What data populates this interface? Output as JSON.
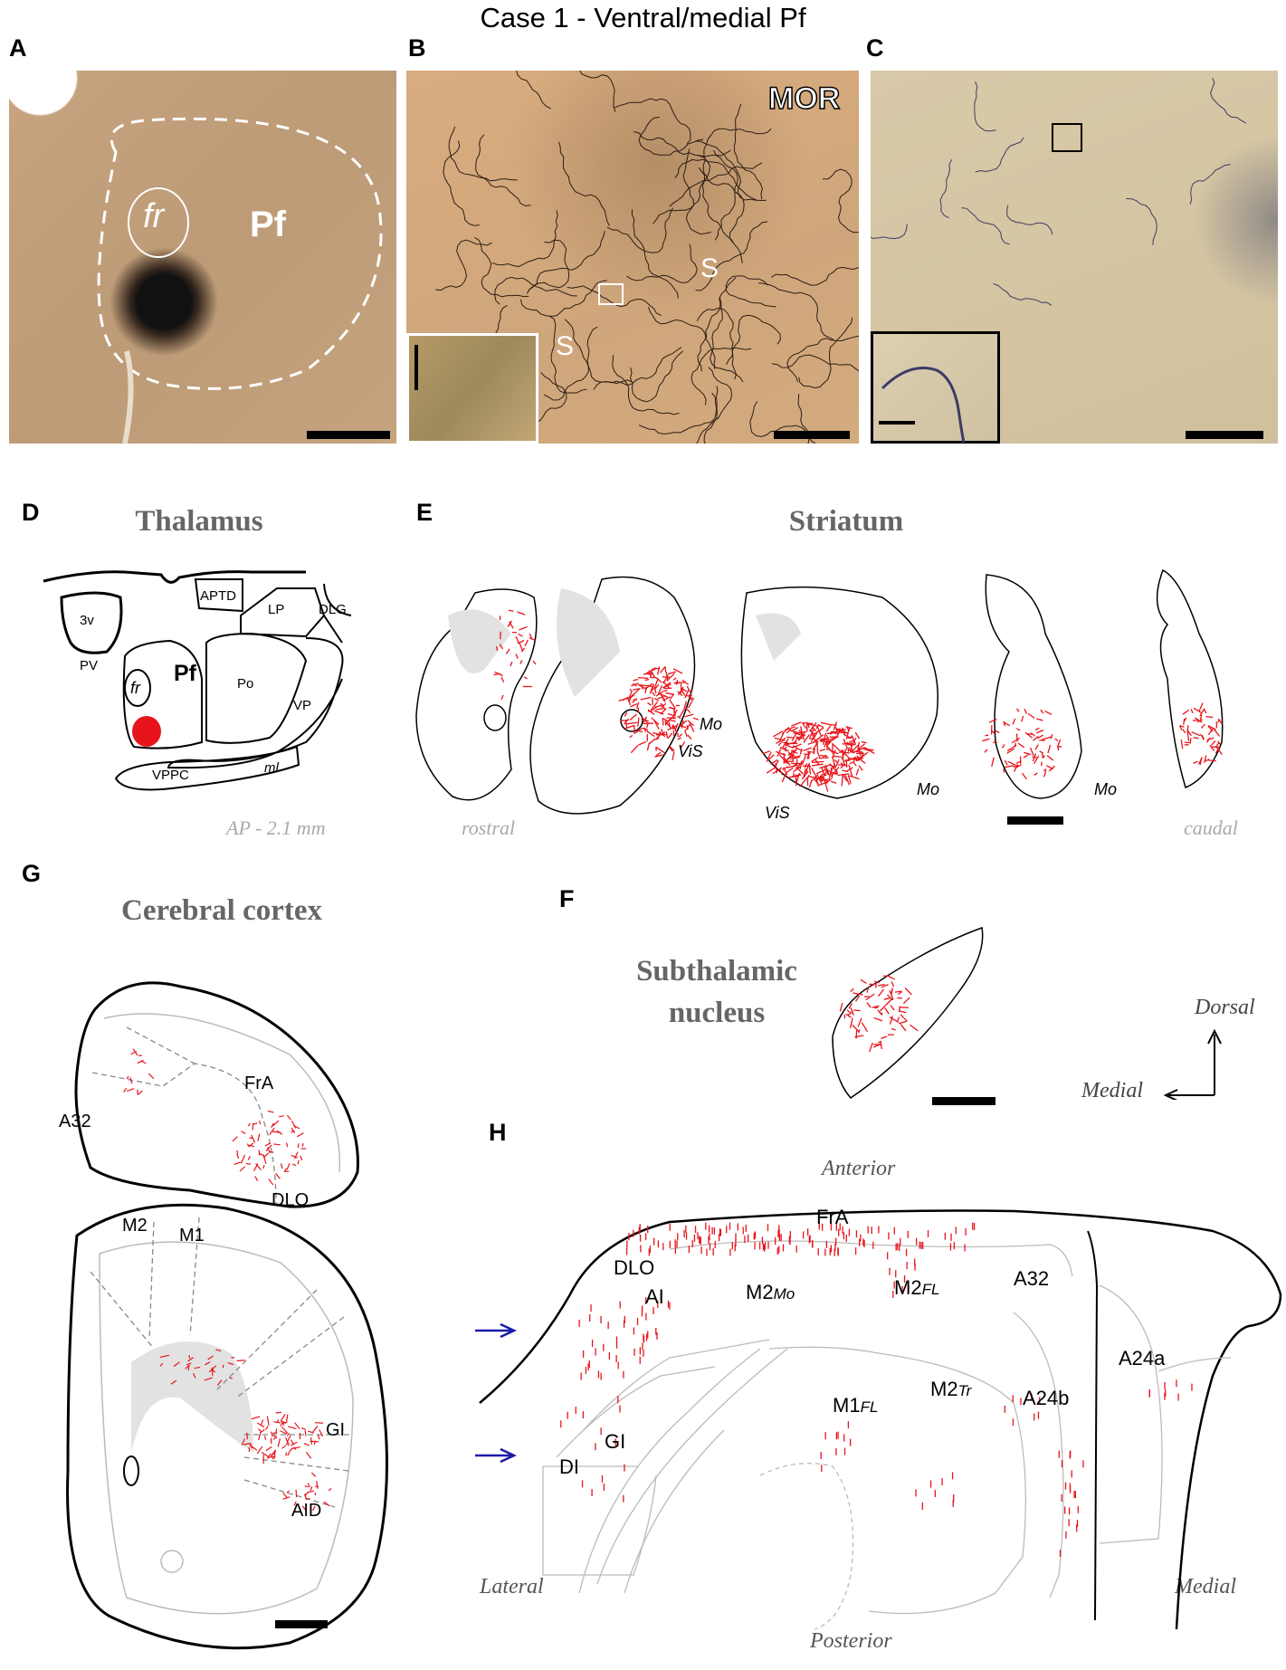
{
  "title": "Case 1 - Ventral/medial Pf",
  "panels": {
    "A": {
      "label": "A",
      "fr": "fr",
      "pf": "Pf"
    },
    "B": {
      "label": "B",
      "mor": "MOR",
      "s1": "S",
      "s2": "S"
    },
    "C": {
      "label": "C"
    },
    "D": {
      "label": "D",
      "heading": "Thalamus",
      "note": "AP - 2.1 mm",
      "regions": {
        "v3": "3v",
        "aptd": "APTD",
        "lp": "LP",
        "dlg": "DLG",
        "pv": "PV",
        "pf": "Pf",
        "fr": "fr",
        "po": "Po",
        "vp": "VP",
        "vppc": "VPPC",
        "ml": "ml"
      }
    },
    "E": {
      "label": "E",
      "heading": "Striatum",
      "rostral": "rostral",
      "caudal": "caudal",
      "mo1": "Mo",
      "vis1": "ViS",
      "mo2": "Mo",
      "vis2": "ViS",
      "mo3": "Mo"
    },
    "F": {
      "label": "F",
      "heading": "Subthalamic nucleus",
      "heading_line1": "Subthalamic",
      "heading_line2": "nucleus"
    },
    "G": {
      "label": "G",
      "heading": "Cerebral cortex",
      "upper": {
        "a32": "A32",
        "fra": "FrA",
        "dlo": "DLO"
      },
      "lower": {
        "m2": "M2",
        "m1": "M1",
        "gi": "GI",
        "aid": "AID"
      }
    },
    "H": {
      "label": "H",
      "anterior": "Anterior",
      "posterior": "Posterior",
      "lateral": "Lateral",
      "medial": "Medial",
      "regions": {
        "fra": "FrA",
        "dlo": "DLO",
        "ai": "AI",
        "m2": "M2",
        "m2_mo": "Mo",
        "m2b": "M2",
        "m2_fl": "FL",
        "a32": "A32",
        "a24a": "A24a",
        "m2c": "M2",
        "m2_tr": "Tr",
        "a24b": "A24b",
        "m1": "M1",
        "m1_fl": "FL",
        "gi": "GI",
        "di": "DI"
      }
    },
    "orientation": {
      "dorsal": "Dorsal",
      "medial": "Medial"
    }
  },
  "colors": {
    "label_red": "#e8141b",
    "arrow_blue": "#1a1aa8",
    "tissue_tan": "#c9a57e",
    "gray_fill": "#e2e2e2"
  }
}
